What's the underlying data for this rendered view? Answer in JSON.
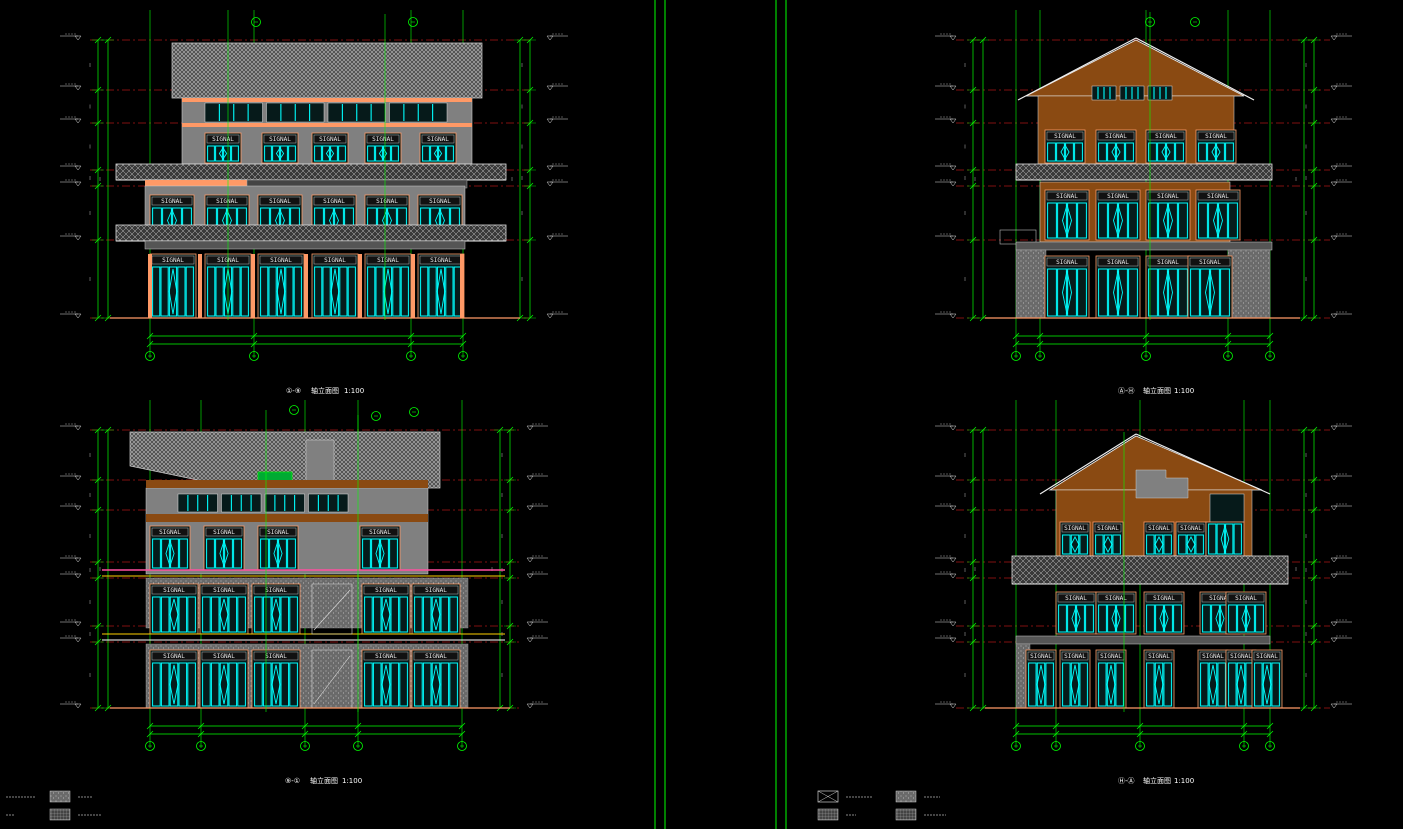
{
  "sheet": {
    "sign_text": "SIGNAL",
    "titles": [
      {
        "prefix": "①-⑨",
        "name": "轴立面图",
        "scale": "1:100"
      },
      {
        "prefix": "Ⓐ-Ⓗ",
        "name": "轴立面图",
        "scale": "1:100"
      },
      {
        "prefix": "⑨-①",
        "name": "轴立面图",
        "scale": "1:100"
      },
      {
        "prefix": "Ⓗ-Ⓐ",
        "name": "轴立面图",
        "scale": "1:100"
      }
    ]
  },
  "colors": {
    "background": "#000000",
    "grid_line": "#ff2020",
    "dimension": "#00ff00",
    "glazing": "#00ffff",
    "wall": "#808080",
    "wood_wall": "#8a4a12",
    "frame": "#ff9966",
    "roof_hatch": "#c8c8c8"
  },
  "icons": [
    "axis-bubble-icon",
    "level-marker-icon",
    "hatch-swatch-icon"
  ]
}
